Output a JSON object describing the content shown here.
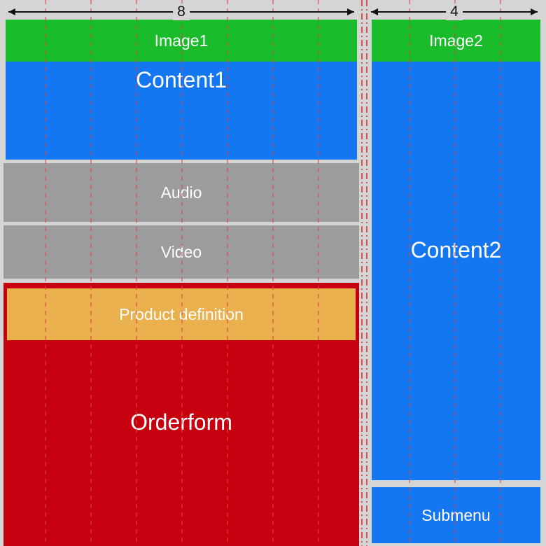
{
  "diagram": {
    "left_span_label": "8",
    "right_span_label": "4",
    "left_column": {
      "image_label": "Image1",
      "content_label": "Content1",
      "audio_label": "Audio",
      "video_label": "Video",
      "product_definition_label": "Product definition",
      "orderform_label": "Orderform"
    },
    "right_column": {
      "image_label": "Image2",
      "content_label": "Content2",
      "submenu_label": "Submenu"
    },
    "colors": {
      "image_green": "#1abc2c",
      "content_blue": "#1576f2",
      "media_gray": "#9c9c9c",
      "product_orange": "#eab04e",
      "orderform_red": "#c6000e",
      "background_gray": "#d5d5d5",
      "grid_guide_red": "#d94444",
      "arrow_black": "#111111"
    }
  }
}
